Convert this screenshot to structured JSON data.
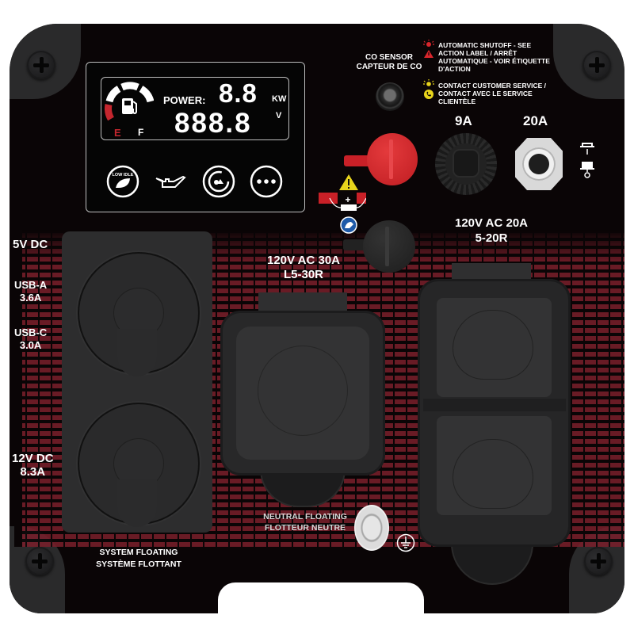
{
  "display": {
    "power_label": "POWER:",
    "power_value": "8.8",
    "power_unit": "KW",
    "voltage_value": "888.8",
    "voltage_unit": "V",
    "fuel_empty_label": "E",
    "fuel_full_label": "F",
    "indicators": [
      {
        "name": "low-idle",
        "label": "LOW IDLE"
      },
      {
        "name": "oil-level"
      },
      {
        "name": "overload"
      },
      {
        "name": "more"
      }
    ]
  },
  "co_sensor": {
    "label_en": "CO SENSOR",
    "label_fr": "CAPTEUR DE CO"
  },
  "legend": {
    "shutoff": [
      "AUTOMATIC SHUTOFF - SEE",
      "ACTION LABEL  / ARRÊT",
      "AUTOMATIQUE - VOIR ÉTIQUETTE",
      "D'ACTION"
    ],
    "service": [
      "CONTACT CUSTOMER SERVICE  /",
      "CONTACT AVEC LE SERVICE",
      "CLIENTÈLE"
    ]
  },
  "breakers": {
    "dc_label": "9A",
    "ac_label": "20A"
  },
  "outlets": {
    "dc_title": "5V DC",
    "usb_a": [
      "USB-A",
      "3.6A"
    ],
    "usb_c": [
      "USB-C",
      "3.0A"
    ],
    "dc12": [
      "12V DC",
      "8.3A"
    ],
    "l530": [
      "120V AC 30A",
      "L5-30R"
    ],
    "r520": [
      "120V AC 20A",
      "5-20R"
    ]
  },
  "floating": {
    "system": [
      "SYSTEM FLOATING",
      "SYSTÈME FLOTTANT"
    ],
    "neutral": [
      "NEUTRAL FLOATING",
      "FLOTTEUR NEUTRE"
    ]
  },
  "colors": {
    "panel": "#0a0506",
    "accent_red": "#c92027",
    "pattern_red": "#7a1f2b",
    "warning_yellow": "#e8d41c",
    "info_blue": "#1e5aa8"
  }
}
